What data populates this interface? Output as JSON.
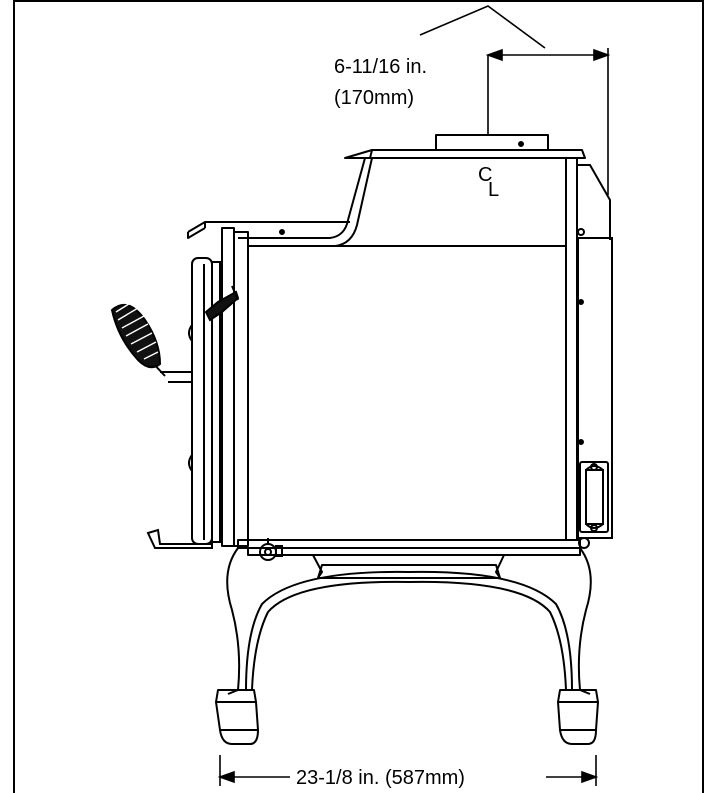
{
  "diagram": {
    "top_dimension": {
      "line1": "6-11/16 in.",
      "line2": "(170mm)"
    },
    "centerline_symbol": {
      "c": "C",
      "l": "L"
    },
    "bottom_dimension": "23-1/8 in. (587mm)"
  },
  "colors": {
    "ink": "#000000",
    "paper": "#ffffff"
  }
}
